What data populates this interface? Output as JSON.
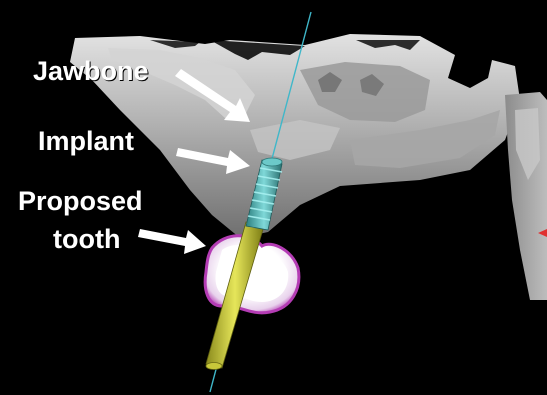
{
  "labels": {
    "jawbone": "Jawbone",
    "implant": "Implant",
    "proposed_tooth_line1": "Proposed",
    "proposed_tooth_line2": "tooth"
  },
  "colors": {
    "background": "#000000",
    "bone": "#a9a9a9",
    "bone_highlight": "#d6d6d6",
    "implant": "#4fb8b8",
    "guide_pin": "#c8c83a",
    "tooth": "#ffffff",
    "tooth_edge": "#b43cb4",
    "guide_line": "#3fb7c9",
    "arrows": "#ffffff",
    "marker": "#e03030"
  },
  "icons": {
    "label_arrows": "arrow-icon",
    "edge_marker": "red-arrow-marker"
  }
}
